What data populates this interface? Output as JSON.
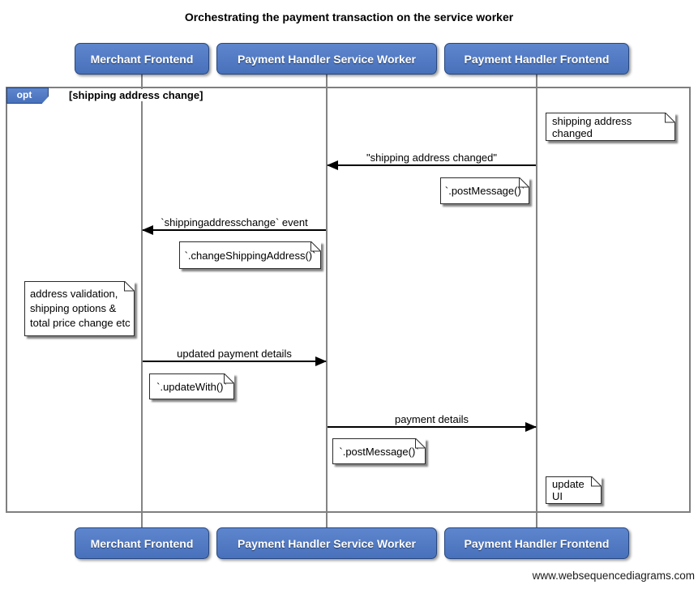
{
  "title": "Orchestrating the payment transaction on the service worker",
  "watermark": "www.websequencediagrams.com",
  "actors": [
    {
      "label": "Merchant Frontend"
    },
    {
      "label": "Payment Handler Service Worker"
    },
    {
      "label": "Payment Handler Frontend"
    }
  ],
  "fragment": {
    "operator": "opt",
    "guard": "[shipping address change]"
  },
  "messages": [
    {
      "label": "\"shipping address changed\"",
      "from": "Payment Handler Frontend",
      "to": "Payment Handler Service Worker",
      "direction": "left"
    },
    {
      "label": "`shippingaddresschange` event",
      "from": "Payment Handler Service Worker",
      "to": "Merchant Frontend",
      "direction": "left"
    },
    {
      "label": "updated payment details",
      "from": "Merchant Frontend",
      "to": "Payment Handler Service Worker",
      "direction": "right"
    },
    {
      "label": "payment details",
      "from": "Payment Handler Service Worker",
      "to": "Payment Handler Frontend",
      "direction": "right"
    }
  ],
  "notes": [
    {
      "text": "shipping address changed",
      "position": "right of Payment Handler Frontend"
    },
    {
      "text": "`.postMessage()`",
      "position": "left of Payment Handler Frontend"
    },
    {
      "text": "`.changeShippingAddress()`",
      "position": "left of Payment Handler Service Worker"
    },
    {
      "text": "address validation,\nshipping options &\ntotal price change etc",
      "position": "left of Merchant Frontend"
    },
    {
      "text": "`.updateWith()`",
      "position": "right of Merchant Frontend"
    },
    {
      "text": "`.postMessage()`",
      "position": "right of Payment Handler Service Worker"
    },
    {
      "text": "update UI",
      "position": "right of Payment Handler Frontend"
    }
  ],
  "colors": {
    "actor_fill": "#4d78c4",
    "actor_border": "#27477f",
    "frame_border": "#7f7f7f",
    "lifeline": "#848484",
    "note_fill": "#ffffff",
    "arrow": "#000000"
  }
}
